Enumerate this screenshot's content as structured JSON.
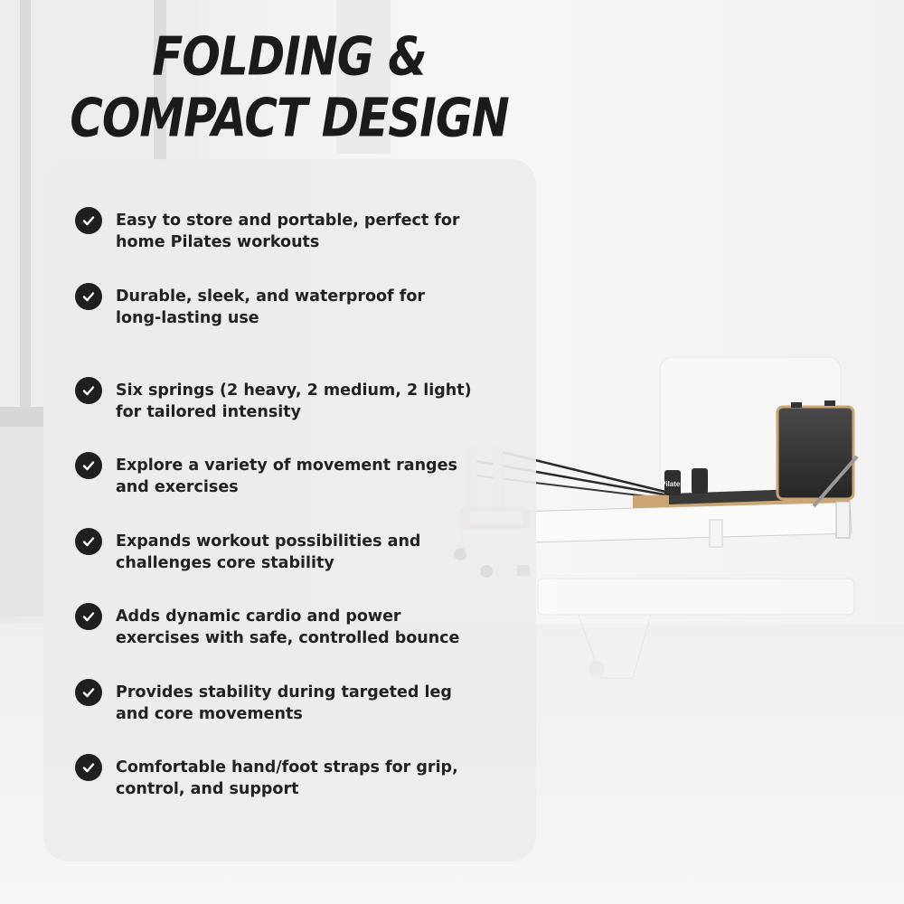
{
  "title": {
    "line1": "FOLDING &",
    "line2": "COMPACT DESIGN"
  },
  "product": {
    "reformer_label": "Pilates"
  },
  "features": [
    {
      "line1": "Easy to store and portable, perfect for",
      "line2": "home Pilates workouts"
    },
    {
      "line1": "Durable, sleek, and waterproof for",
      "line2": "long-lasting use"
    },
    {
      "line1": "Six springs (2 heavy, 2 medium, 2 light)",
      "line2": "for tailored intensity"
    },
    {
      "line1": "Explore a variety of movement ranges",
      "line2": "and exercises"
    },
    {
      "line1": "Expands workout possibilities and",
      "line2": "challenges core stability"
    },
    {
      "line1": "Adds dynamic cardio and power",
      "line2": "exercises with safe, controlled bounce"
    },
    {
      "line1": "Provides stability during targeted leg",
      "line2": "and core movements"
    },
    {
      "line1": "Comfortable hand/foot straps for grip,",
      "line2": "control, and support"
    }
  ],
  "colors": {
    "check_fill": "#1f1f1f",
    "panel": "#ececec",
    "title": "#1b1b1b"
  },
  "icons": {
    "feature_bullet": "check-circle-icon"
  }
}
